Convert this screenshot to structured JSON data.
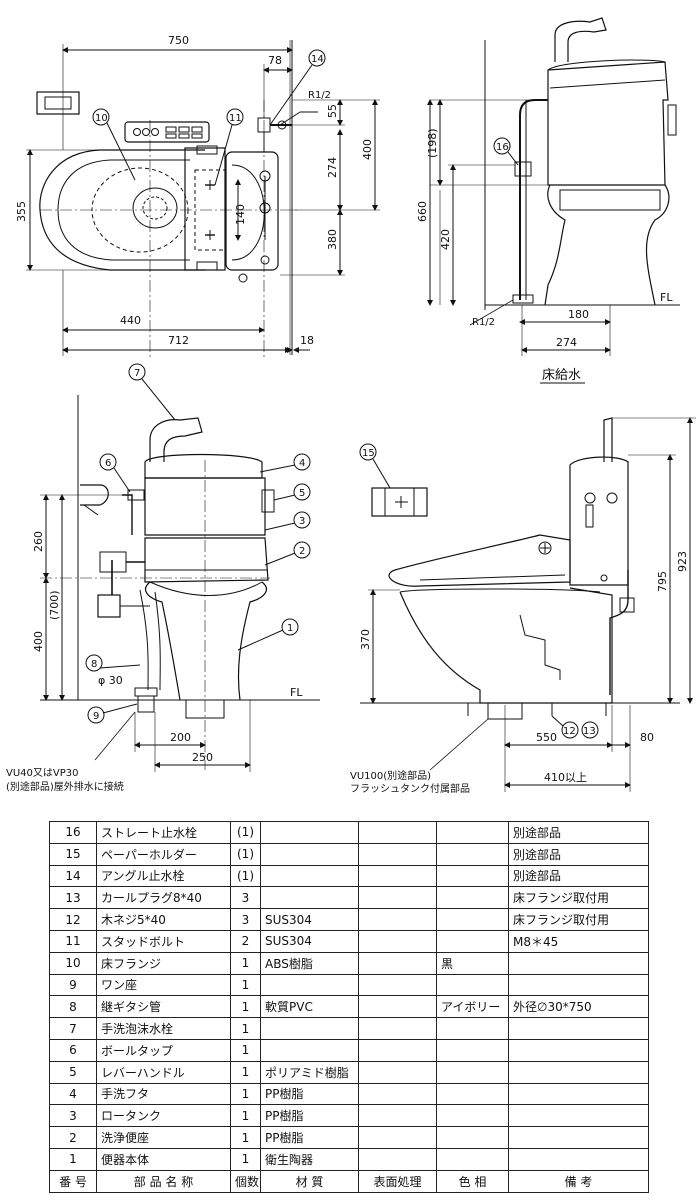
{
  "plan_view": {
    "dims": {
      "d750": "750",
      "d78": "78",
      "d55": "55",
      "d400": "400",
      "d355": "355",
      "d274": "274",
      "d140": "140",
      "d380": "380",
      "d440": "440",
      "d712": "712",
      "d18": "18",
      "thread": "R1/2"
    },
    "callouts": {
      "c10": "10",
      "c11": "11",
      "c14": "14"
    }
  },
  "side_view_floor": {
    "dims": {
      "d198": "(198)",
      "d660": "660",
      "d420": "420",
      "d180": "180",
      "d274": "274",
      "thread": "R1/2",
      "fl": "FL"
    },
    "callouts": {
      "c16": "16"
    },
    "caption": "床給水"
  },
  "front_view": {
    "dims": {
      "d260": "260",
      "d700": "(700)",
      "d400": "400",
      "phi30": "φ 30",
      "d200": "200",
      "d250": "250",
      "fl": "FL"
    },
    "callouts": {
      "c1": "1",
      "c2": "2",
      "c3": "3",
      "c4": "4",
      "c5": "5",
      "c6": "6",
      "c7": "7",
      "c8": "8",
      "c9": "9"
    },
    "note_line1": "VU40又はVP30",
    "note_line2": "(別途部品)屋外排水に接続"
  },
  "right_view": {
    "dims": {
      "d370": "370",
      "d795": "795",
      "d923": "923",
      "d550": "550",
      "d80": "80",
      "d410": "410以上"
    },
    "callouts": {
      "c15": "15",
      "c12": "12",
      "c13": "13"
    },
    "note_line1": "VU100(別途部品)",
    "note_line2": "フラッシュタンク付属部品"
  },
  "parts_table": {
    "header": {
      "no": "番 号",
      "name": "部 品 名 称",
      "qty": "個数",
      "material": "材 質",
      "finish": "表面処理",
      "color": "色 相",
      "remarks": "備 考"
    },
    "rows": [
      {
        "no": "16",
        "name": "ストレート止水栓",
        "qty": "(1)",
        "material": "",
        "finish": "",
        "color": "",
        "remarks": "別途部品"
      },
      {
        "no": "15",
        "name": "ペーパーホルダー",
        "qty": "(1)",
        "material": "",
        "finish": "",
        "color": "",
        "remarks": "別途部品"
      },
      {
        "no": "14",
        "name": "アングル止水栓",
        "qty": "(1)",
        "material": "",
        "finish": "",
        "color": "",
        "remarks": "別途部品"
      },
      {
        "no": "13",
        "name": "カールプラグ8*40",
        "qty": "3",
        "material": "",
        "finish": "",
        "color": "",
        "remarks": "床フランジ取付用"
      },
      {
        "no": "12",
        "name": "木ネジ5*40",
        "qty": "3",
        "material": "SUS304",
        "finish": "",
        "color": "",
        "remarks": "床フランジ取付用"
      },
      {
        "no": "11",
        "name": "スタッドボルト",
        "qty": "2",
        "material": "SUS304",
        "finish": "",
        "color": "",
        "remarks": "M8＊45"
      },
      {
        "no": "10",
        "name": "床フランジ",
        "qty": "1",
        "material": "ABS樹脂",
        "finish": "",
        "color": "黒",
        "remarks": ""
      },
      {
        "no": "9",
        "name": "ワン座",
        "qty": "1",
        "material": "",
        "finish": "",
        "color": "",
        "remarks": ""
      },
      {
        "no": "8",
        "name": "継ギタシ管",
        "qty": "1",
        "material": "軟質PVC",
        "finish": "",
        "color": "アイボリー",
        "remarks": "外径∅30*750"
      },
      {
        "no": "7",
        "name": "手洗泡沫水栓",
        "qty": "1",
        "material": "",
        "finish": "",
        "color": "",
        "remarks": ""
      },
      {
        "no": "6",
        "name": "ボールタップ",
        "qty": "1",
        "material": "",
        "finish": "",
        "color": "",
        "remarks": ""
      },
      {
        "no": "5",
        "name": "レバーハンドル",
        "qty": "1",
        "material": "ポリアミド樹脂",
        "finish": "",
        "color": "",
        "remarks": ""
      },
      {
        "no": "4",
        "name": "手洗フタ",
        "qty": "1",
        "material": "PP樹脂",
        "finish": "",
        "color": "",
        "remarks": ""
      },
      {
        "no": "3",
        "name": "ロータンク",
        "qty": "1",
        "material": "PP樹脂",
        "finish": "",
        "color": "",
        "remarks": ""
      },
      {
        "no": "2",
        "name": "洗浄便座",
        "qty": "1",
        "material": "PP樹脂",
        "finish": "",
        "color": "",
        "remarks": ""
      },
      {
        "no": "1",
        "name": "便器本体",
        "qty": "1",
        "material": "衛生陶器",
        "finish": "",
        "color": "",
        "remarks": ""
      }
    ]
  }
}
